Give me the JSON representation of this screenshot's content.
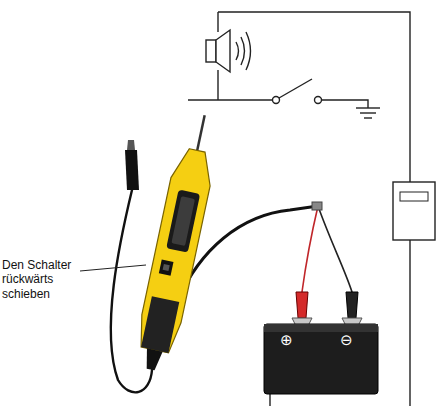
{
  "diagram": {
    "labels": [
      "Den Schalter rückwärts schieben",
      "⊕",
      "⊖"
    ]
  }
}
